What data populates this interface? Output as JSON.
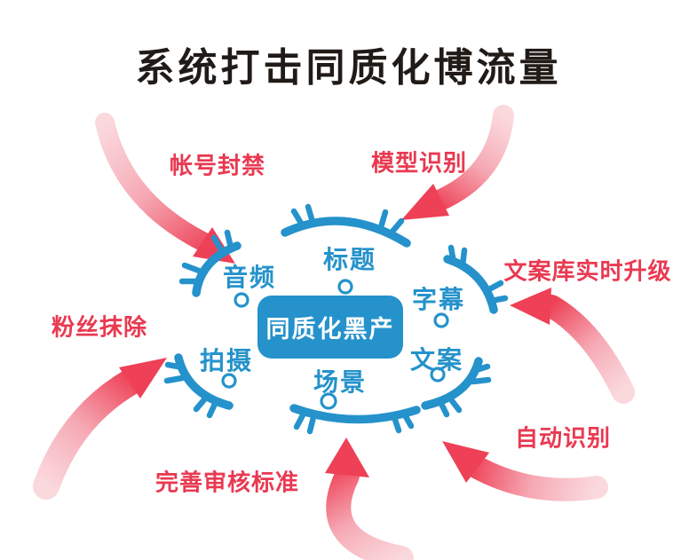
{
  "title": "系统打击同质化博流量",
  "center_box": {
    "label": "同质化黑产"
  },
  "nodes": [
    {
      "name": "title",
      "label": "标题"
    },
    {
      "name": "audio",
      "label": "音频"
    },
    {
      "name": "subtitles",
      "label": "字幕"
    },
    {
      "name": "filming",
      "label": "拍摄"
    },
    {
      "name": "scene",
      "label": "场景"
    },
    {
      "name": "copywriting",
      "label": "文案"
    }
  ],
  "actions": [
    {
      "name": "account-ban",
      "label": "帐号封禁"
    },
    {
      "name": "model-recognition",
      "label": "模型识别"
    },
    {
      "name": "copy-library-realtime-upgrade",
      "label": "文案库实时升级"
    },
    {
      "name": "fan-removal",
      "label": "粉丝抹除"
    },
    {
      "name": "review-standards",
      "label": "完善审核标准"
    },
    {
      "name": "auto-recognition",
      "label": "自动识别"
    }
  ],
  "colors": {
    "blue": "#2592cb",
    "red": "#e93a52",
    "arrow_red": "#ee4056",
    "arrow_pink": "#f9ccd2",
    "title_color": "#211b18",
    "background": "#ffffff"
  }
}
